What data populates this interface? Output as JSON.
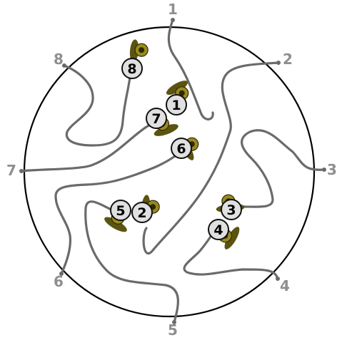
{
  "puzzle": {
    "gates": [
      "1",
      "2",
      "3",
      "4",
      "5",
      "6",
      "7",
      "8"
    ],
    "snails": [
      "1",
      "2",
      "3",
      "4",
      "5",
      "6",
      "7",
      "8"
    ]
  },
  "colors": {
    "board_outline": "#000000",
    "path": "#6a6a6a",
    "gate_label": "#8f8f8f",
    "badge_fill": "#e0e0e0",
    "badge_stroke": "#111111",
    "snail_body": "#5b5410",
    "snail_shell": "#9a8a1c",
    "snail_dark": "#2e2a06"
  },
  "icons": {
    "board": "circle-board",
    "snail": "snail-icon"
  }
}
